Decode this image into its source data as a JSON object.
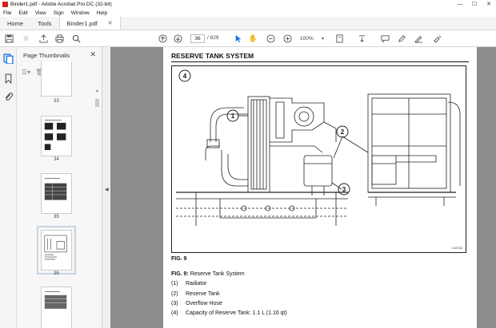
{
  "window": {
    "title": "Binder1.pdf - Adobe Acrobat Pro DC (32-bit)"
  },
  "menu": [
    "File",
    "Edit",
    "View",
    "Sign",
    "Window",
    "Help"
  ],
  "tabs": {
    "home": "Home",
    "tools": "Tools",
    "document": "Binder1.pdf"
  },
  "toolbar": {
    "current_page": "36",
    "page_count": "/ 829",
    "zoom": "100%"
  },
  "sidebar": {
    "title": "Page Thumbnails"
  },
  "thumbnails": [
    {
      "label": "33"
    },
    {
      "label": "34"
    },
    {
      "label": "35"
    },
    {
      "label": "36"
    },
    {
      "label": ""
    }
  ],
  "page": {
    "section_title": "RESERVE TANK SYSTEM",
    "figure_number": "4",
    "callouts": [
      "1",
      "2",
      "3"
    ],
    "figure_code": "I-10722",
    "figure_caption": "FIG. 9",
    "legend_prefix": "FIG. 9:",
    "legend_title": "Reserve Tank System",
    "legend_items": [
      {
        "num": "(1)",
        "text": "Radiator"
      },
      {
        "num": "(2)",
        "text": "Reserve Tank"
      },
      {
        "num": "(3)",
        "text": "Overflow Hose"
      },
      {
        "num": "(4)",
        "text": "Capacity of Reserve Tank: 1.1 L (1.16 qt)"
      }
    ]
  },
  "colors": {
    "acrobat_red": "#d4221b",
    "selected_icon": "#1473e6",
    "doc_background": "#8c8c8c"
  }
}
